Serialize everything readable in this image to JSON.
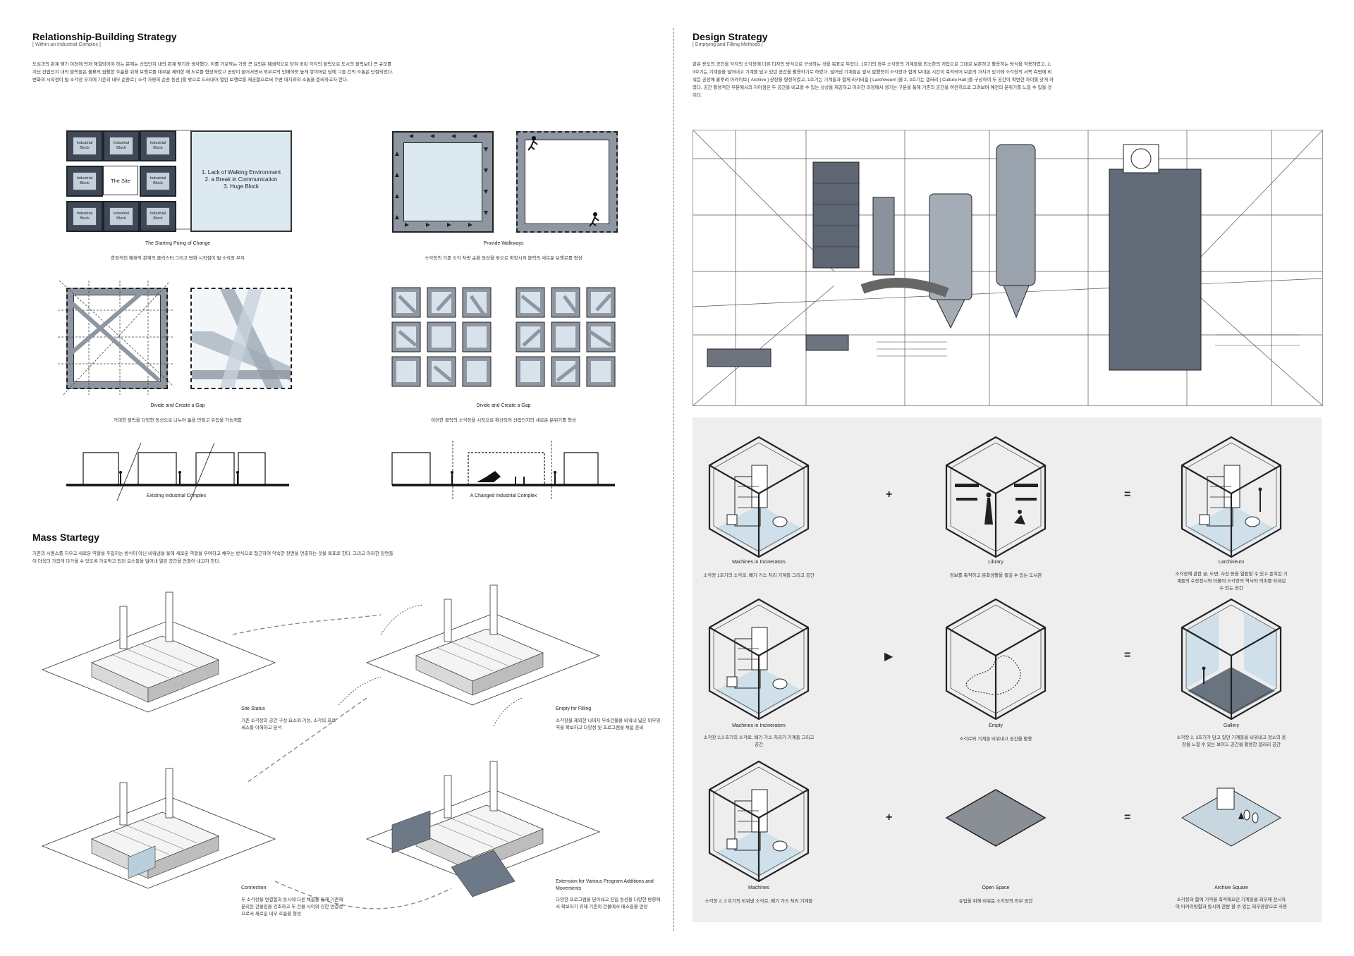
{
  "left": {
    "relationship": {
      "title": "Relationship-Building Strategy",
      "subtitle": "[ Within an Industrial Complex ]",
      "paragraph": "도심과의 관계 맺기 이전에 먼저 해결되어야 하는 문제는 산업단지 내의 관계 맺기라 생각했다. 이를 가로막는 가장 큰 요인은 폐쇄적으로 닫혀 버린 각각의 블럭으로 도시의 블럭보다 큰 규모를 지닌 산업단지 내의 블럭들은 물류의 원활한 흐름을 위해 보행로를 대부분 제외한 채 도로를 형성하였고 공장이 들어서면서 외부로의 단배하듯 높게 쌓이버린 담에 그들 간의 소통은 단절되었다. 변화의 시작점이 될 소각장 부지에 기존의 내부 순환로 [ 소각 차량의 순환 동선 ]를 밖으로 드러내어 열린 보행로를 제공함으로써 주변 대지와의 소통을 준비하고자 한다.",
      "block_label": "Industrial Block",
      "site_label": "The Site",
      "problems": [
        "1. Lack of Walking Environment",
        "2. a Break in Communication",
        "3. Huge Block"
      ],
      "dots": "· · ·",
      "captions": [
        {
          "en": "The Starting Poing of Change",
          "ko": "한정적인 폐쇄적 관계의 클러스터 그리고 변화 시작점이 될 소각장 부지"
        },
        {
          "en": "Provide Walkways",
          "ko": "소각장의 기존 소각 차량 순환 동선을 밖으로 확장시켜 블럭의 새로운 보행로를 형성"
        },
        {
          "en": "Divide and Create a Gap",
          "ko": "거대한 블럭을 다양한 동선으로 나누어 틈을 만들고 유입을 가능케함"
        },
        {
          "en": "Divide and Create a Gap",
          "ko": "이러한 블럭의 소각장을 시작으로 확산되어 산업단지의 새로운 분위기를 형성"
        }
      ],
      "section_labels": [
        "Existing Industrial Complex",
        "A Changed Industrial Complex"
      ]
    },
    "mass": {
      "title": "Mass Startegy",
      "paragraph": "기존의 시퀀스를 지우고 새로운 역할을 주입하는 방식이 아닌 비워냄을 통해 새로운 역할을 부여하고 채우는 방식으로 접근하여 익숙한 장면을 연출하는 것을 목표로 한다. 그리고 이러한 장면들이 더욱더 가깝게 다가올 수 있도록 가로막고 있던 요소들을 덜어내 열린 공간을 만들어 내고자 한다.",
      "steps": [
        {
          "en": "Site Status",
          "ko": "기존 소각장의 공간 구성 요소와 기능, 소각의 프로세스를 이해하고 분석"
        },
        {
          "en": "Empty for Filling",
          "ko": "소각장을 제외한 나머지 부속건물을 비워내 넓은 외부영역을 확보하고 다양성 및 프로그램을 채움 준비"
        },
        {
          "en": "Connection",
          "ko": "두 소각장을 연결함과 동시에 다른 채움을 통해 기존에 분리된 건물임을 강조하고 두 건물 사이의 강한 연결성으로서 새로운 내부 흐름을 형성"
        },
        {
          "en": "Extension for Various Program Additions and Movements",
          "ko": "다양한 프로그램을 담아내고 진입 동선을 다양한 방향에서 확보하기 위해 기존의 건물에서 매스들을 연장"
        }
      ]
    }
  },
  "right": {
    "title": "Design Strategy",
    "subtitle": "[ Emptying and Filling Methods ]",
    "paragraph": "같은 용도의 공간을 각각의 소각장에 다른 디자인 방식으로 구성하는 것을 목표로 두었다. 1호기의 경우 소각장의 기계들을 최소한의 개입으로 그대로 보존하고 활용하는 방식을 적용하였고, 2, 3호기는 기계들을 덜어내고 기계를 담고 있던 공간을 활용하기로 하였다. 덜어낸 기계들은 앞서 말했듯이 소각장과 함께 보내온 시간이 축적되어 보존의 가치가 있기에 소각장의 서쪽 측면에 비워둔 공장에 흩뿌려 아카이브 [ Archive ] 광장을 형성하였고, 1호기는 기계들과 함께 라키비움 [ Larchiveum ]을 2, 3호기는 갤러리 [ Culture Hall ]를 구상하여 두 공간이 확연한 차이를 갖게 하였다. 공간 활용적인 부분에서의 차이점은 두 공간을 비교할 수 있는 상상을 제공하고 이러한 과정에서 생기는 구분을 통해 기존의 공간을 여전히으로 그려보며 예전의 분위기를 느낄 수 있을 것이다.",
    "rows": [
      {
        "operator1": "+",
        "operator2": "=",
        "items": [
          {
            "en": "Machines in Incinerators",
            "ko": "소각장 1호기의 소각로, 배기 가스 처리 기계들 그리고 공간"
          },
          {
            "en": "Library",
            "ko": "정보를 축적하고 문화생활을 즐길 수 있는 도서관"
          },
          {
            "en": "Larchiveum",
            "ko": "소각장에 관한 글, 도면, 사진 등을 열람할 수 있고 존치된 기계들의 수장전시와 더불어 소각장의 역사와 의미를 되새길 수 있는 공간"
          }
        ]
      },
      {
        "operator1": "▶",
        "operator2": "=",
        "items": [
          {
            "en": "Machines in Incinerators",
            "ko": "소각장 2,3 호기의 소각로, 배기 가스 처리기 기계들 그리고 공간"
          },
          {
            "en": "Empty",
            "ko": "소각로와 기계들 비워내고 공간을 활용"
          },
          {
            "en": "Gallery",
            "ko": "소각장 2, 3호기가 담고 있던 기계들을 비워내고 정소의 웅장을 느낄 수 있는 보이드 공간을 활용한 갤러리 공간"
          }
        ]
      },
      {
        "operator1": "+",
        "operator2": "=",
        "items": [
          {
            "en": "Machines",
            "ko": "소각장 2, 3 호기의 비워낸 소각로, 배기 가스 처리 기계들"
          },
          {
            "en": "Open Space",
            "ko": "유입을 위해 비워둔 소각장의 외부 공간"
          },
          {
            "en": "Archive Square",
            "ko": "소각장과 함께 기억을 축적해오던 기계들을 외부에 전시하여 아카이빙함과 동시에 관람 할 수 있는 외부광장으로 사용"
          }
        ]
      }
    ]
  },
  "colors": {
    "block": "#3f4856",
    "light_blue": "#dde9f0",
    "mid_gray": "#8e96a1",
    "panel": "#eeeeee"
  }
}
